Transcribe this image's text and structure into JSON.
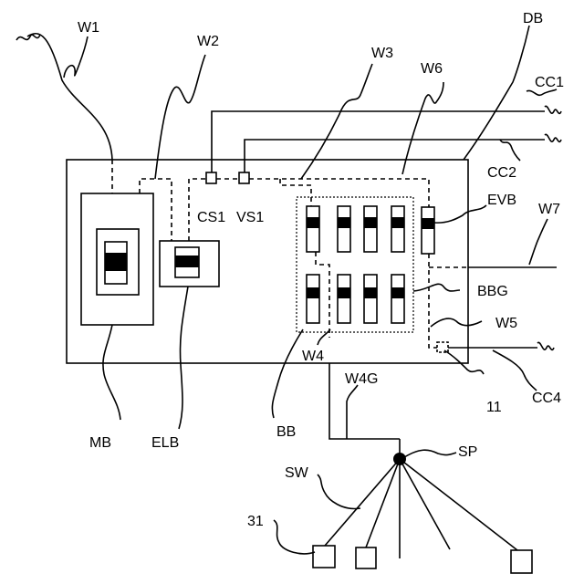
{
  "labels": {
    "w1": "W1",
    "w2": "W2",
    "w3": "W3",
    "w6": "W6",
    "db": "DB",
    "cc1": "CC1",
    "cc2": "CC2",
    "evb": "EVB",
    "w7": "W7",
    "cs1": "CS1",
    "vs1": "VS1",
    "bbg": "BBG",
    "w5": "W5",
    "w4": "W4",
    "cc4": "CC4",
    "n11": "11",
    "w4g": "W4G",
    "mb": "MB",
    "elb": "ELB",
    "bb": "BB",
    "sp": "SP",
    "sw": "SW",
    "n31": "31"
  }
}
